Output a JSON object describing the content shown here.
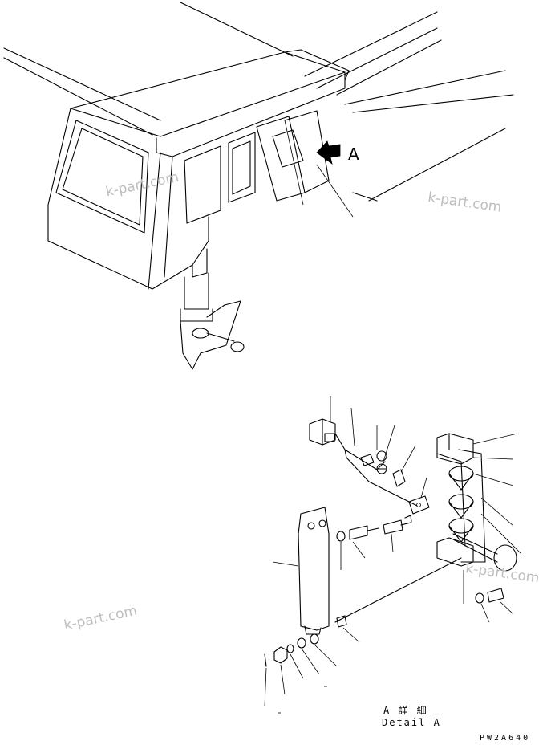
{
  "view_arrow_label": "A",
  "detail_caption": {
    "japanese": "A 詳 細",
    "english": "Detail A"
  },
  "drawing_code": "PW2A640",
  "watermarks": [
    "k-part.com",
    "k-part.com",
    "k-part.com",
    "k-part.com"
  ]
}
